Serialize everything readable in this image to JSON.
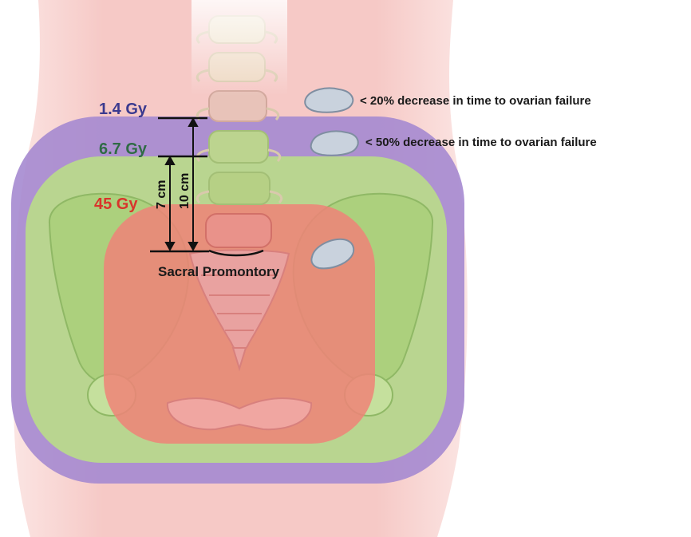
{
  "doses": {
    "low": {
      "label": "1.4 Gy",
      "color": "#3b3a8f"
    },
    "mid": {
      "label": "6.7 Gy",
      "color": "#2f6b45"
    },
    "high": {
      "label": "45 Gy",
      "color": "#d9342b"
    }
  },
  "distances": {
    "short": "7 cm",
    "long": "10 cm"
  },
  "landmark": {
    "label": "Sacral Promontory"
  },
  "legend": {
    "low": {
      "text": "< 20% decrease in time to ovarian failure",
      "icon": "ovary-icon"
    },
    "mid": {
      "text": "< 50% decrease in time to ovarian failure",
      "icon": "ovary-icon"
    }
  },
  "colors": {
    "body": "#f6c9c6",
    "field_low": "#a58ad0",
    "field_mid": "#b9d98c",
    "field_high": "#ee8278",
    "bone": "#e9a2a0",
    "ovary": "#c9d2dd"
  }
}
